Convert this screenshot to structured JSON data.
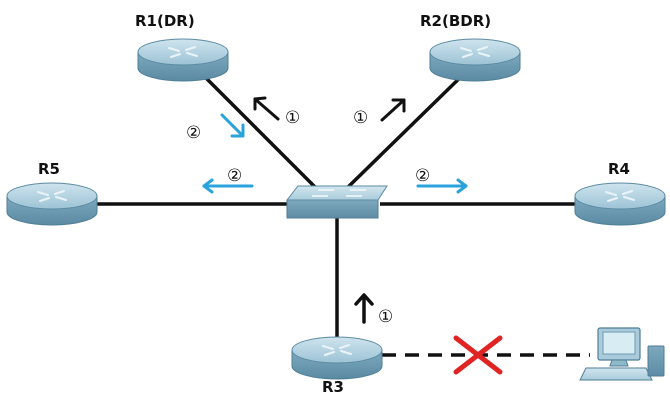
{
  "routers": {
    "r1": {
      "label": "R1(DR)"
    },
    "r2": {
      "label": "R2(BDR)"
    },
    "r3": {
      "label": "R3"
    },
    "r4": {
      "label": "R4"
    },
    "r5": {
      "label": "R5"
    }
  },
  "markers": {
    "step1": "①",
    "step2": "②"
  },
  "colors": {
    "black_arrow": "#111111",
    "blue_arrow": "#2aa3dc",
    "cross": "#e02424",
    "router_body": "#8fbcd0",
    "switch_body": "#8fb8c9"
  },
  "icons": {
    "router": "router-icon",
    "switch": "switch-icon",
    "pc": "pc-icon",
    "blocked": "red-x-icon"
  }
}
